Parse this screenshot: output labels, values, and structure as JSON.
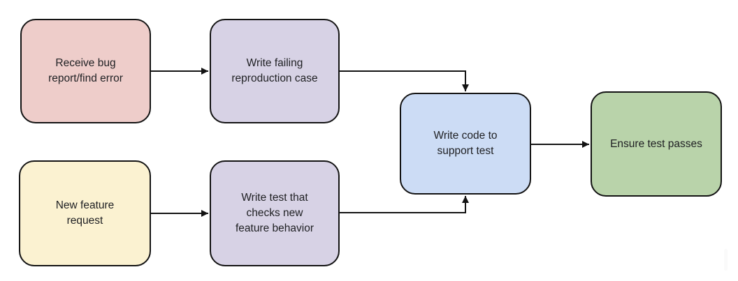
{
  "canvas": {
    "background": "#ffffff",
    "stroke_color": "#131313",
    "text_color": "#202124"
  },
  "diagram": {
    "type": "flowchart",
    "nodes": [
      {
        "id": "receive-bug",
        "label": "Receive bug\nreport/find error",
        "fill": "#eecdca"
      },
      {
        "id": "write-failing",
        "label": "Write failing\nreproduction case",
        "fill": "#d7d2e5"
      },
      {
        "id": "new-feature",
        "label": "New feature\nrequest",
        "fill": "#fbf2d1"
      },
      {
        "id": "write-test",
        "label": "Write test that\nchecks new\nfeature behavior",
        "fill": "#d7d2e5"
      },
      {
        "id": "write-code",
        "label": "Write code to\nsupport test",
        "fill": "#ccdcf5"
      },
      {
        "id": "ensure-passes",
        "label": "Ensure test passes",
        "fill": "#b9d3aa"
      }
    ],
    "edges": [
      {
        "from": "receive-bug",
        "to": "write-failing"
      },
      {
        "from": "write-failing",
        "to": "write-code"
      },
      {
        "from": "new-feature",
        "to": "write-test"
      },
      {
        "from": "write-test",
        "to": "write-code"
      },
      {
        "from": "write-code",
        "to": "ensure-passes"
      }
    ]
  },
  "artifacts": {
    "scrollbar_color": "#fafafa"
  }
}
